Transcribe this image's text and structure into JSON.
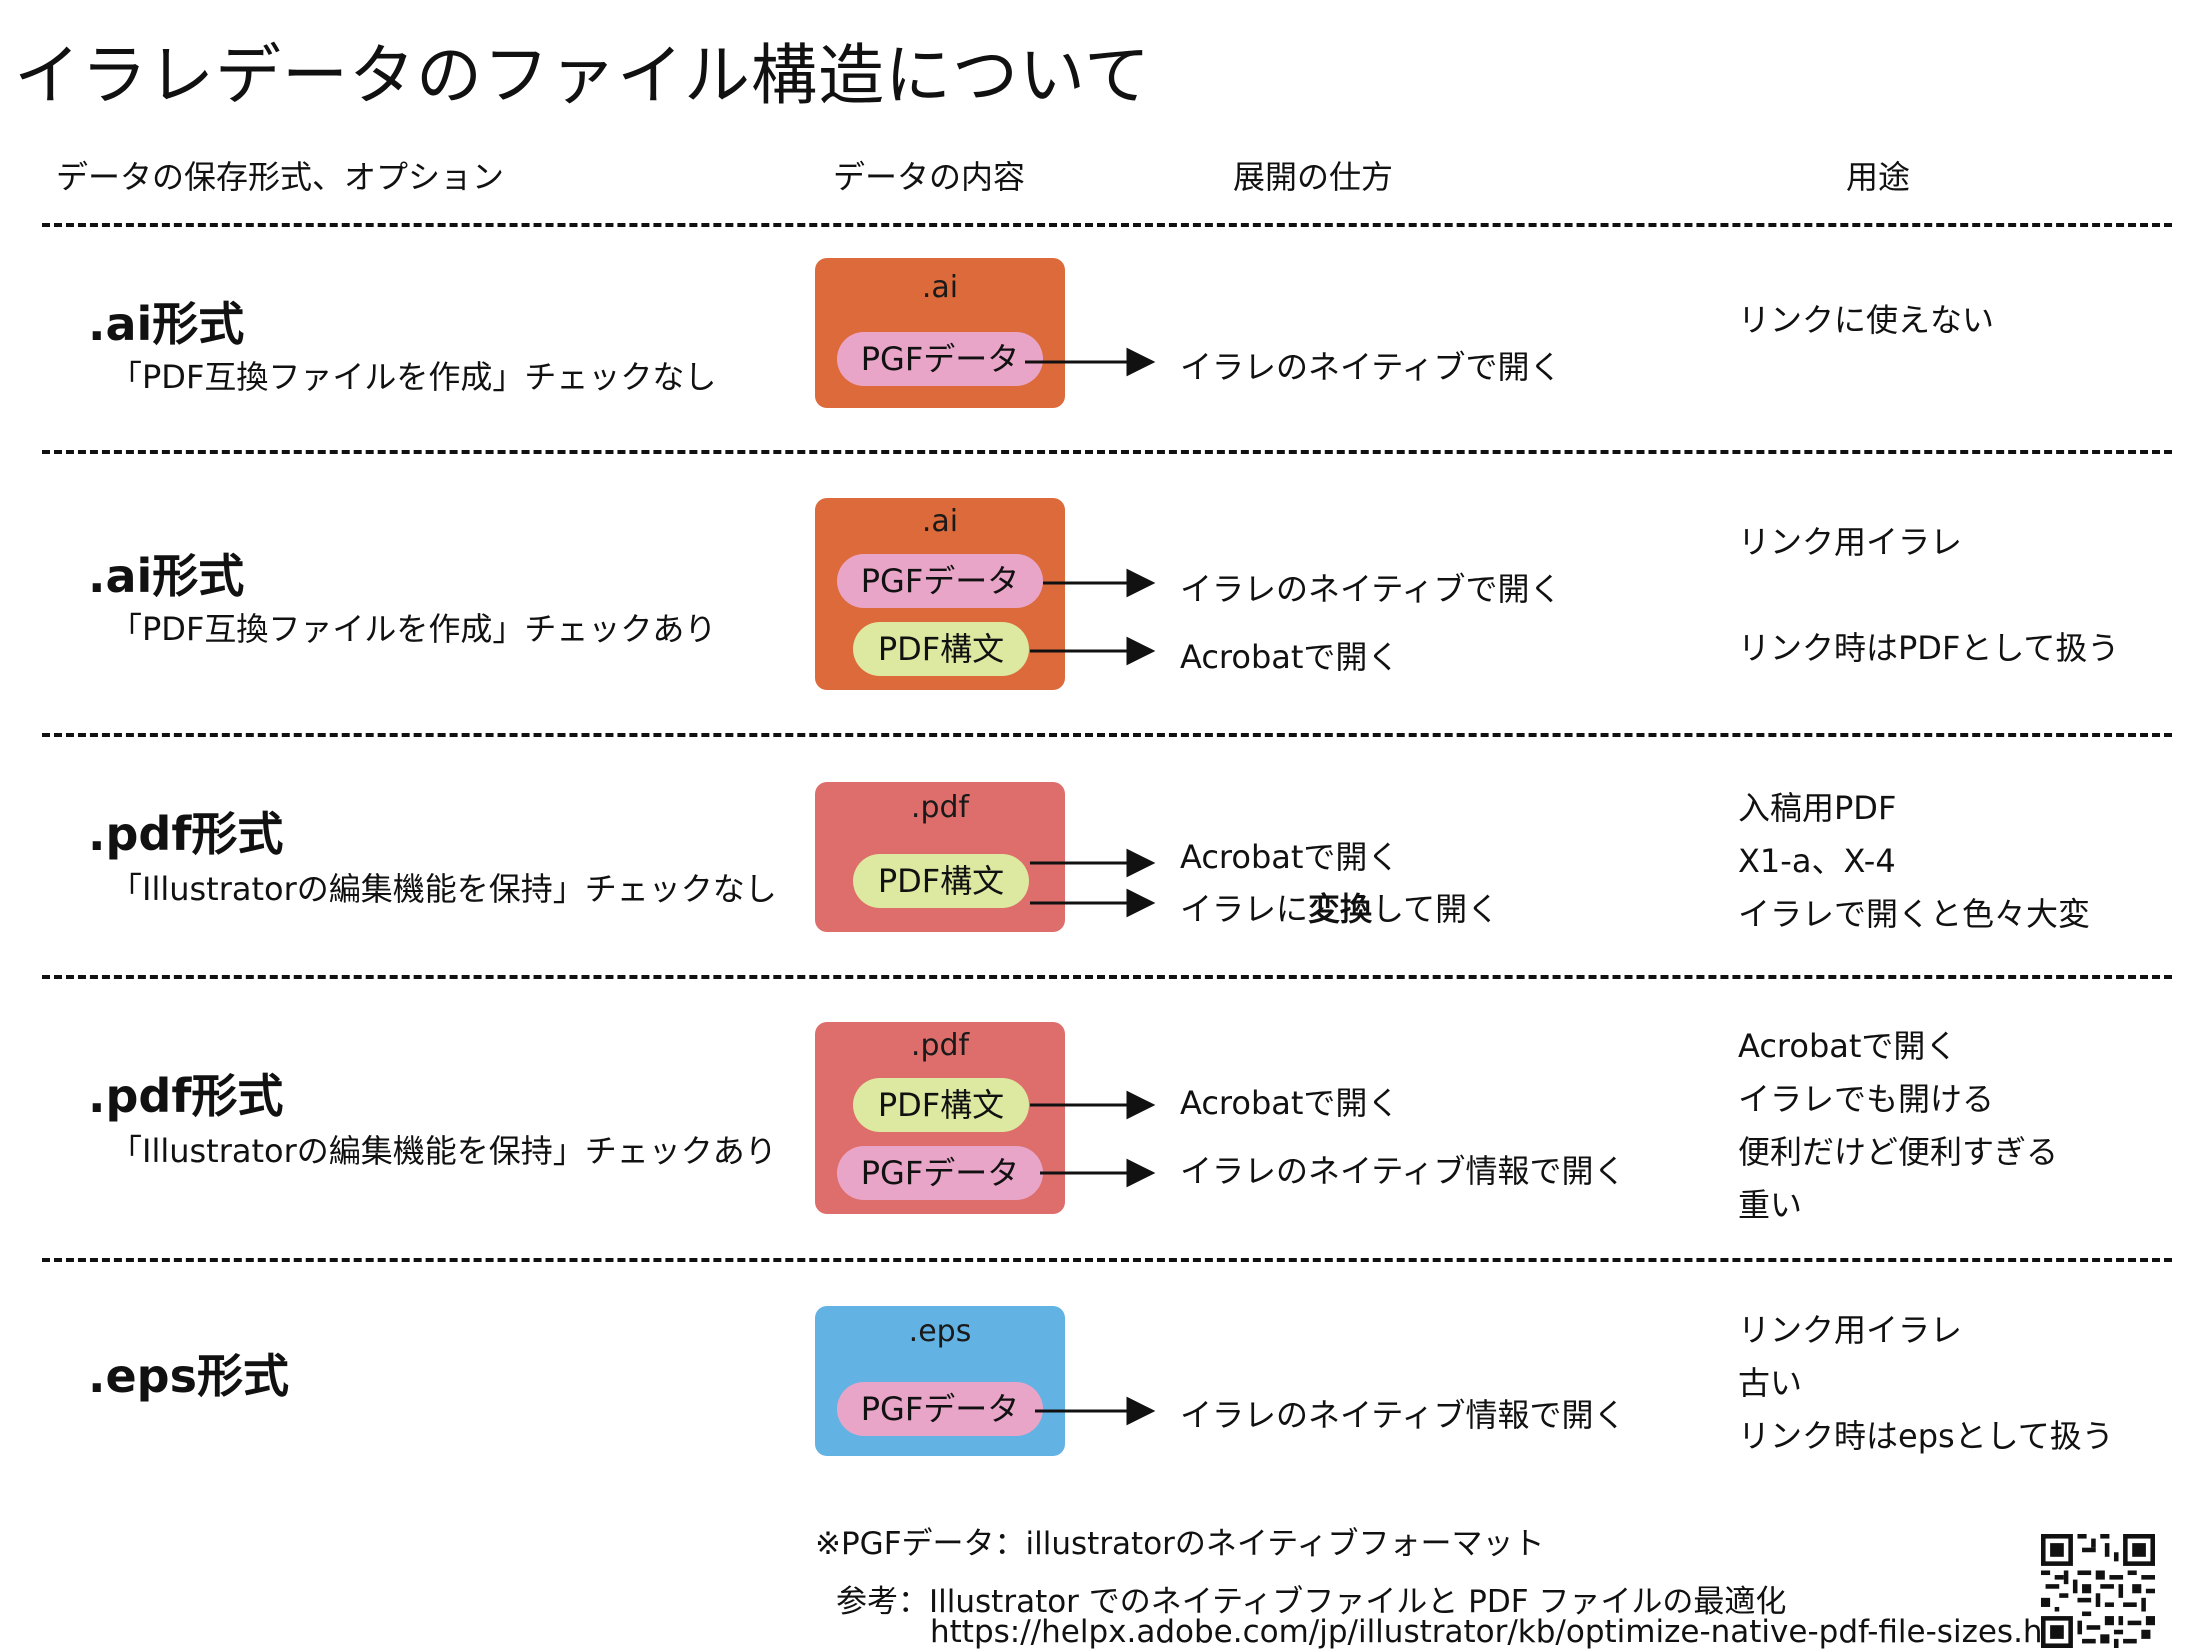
{
  "title": "イラレデータのファイル構造について",
  "headers": {
    "format": "データの保存形式、オプション",
    "content": "データの内容",
    "method": "展開の仕方",
    "use": "用途"
  },
  "rows": [
    {
      "format": ".ai形式",
      "option": "「PDF互換ファイルを作成」チェックなし",
      "ext": ".ai",
      "pill1": "PGFデータ",
      "method1": "イラレのネイティブで開く",
      "use1": "リンクに使えない"
    },
    {
      "format": ".ai形式",
      "option": "「PDF互換ファイルを作成」チェックあり",
      "ext": ".ai",
      "pill1": "PGFデータ",
      "pill2": "PDF構文",
      "method1": "イラレのネイティブで開く",
      "method2": "Acrobatで開く",
      "use1": "リンク用イラレ",
      "use2": "リンク時はPDFとして扱う"
    },
    {
      "format": ".pdf形式",
      "option": "「Illustratorの編集機能を保持」チェックなし",
      "ext": ".pdf",
      "pill1": "PDF構文",
      "method1": "Acrobatで開く",
      "method2a": "イラレに",
      "method2b": "変換",
      "method2c": "して開く",
      "uses": [
        "入稿用PDF",
        "X1-a、X-4",
        "イラレで開くと色々大変"
      ]
    },
    {
      "format": ".pdf形式",
      "option": "「Illustratorの編集機能を保持」チェックあり",
      "ext": ".pdf",
      "pill1": "PDF構文",
      "pill2": "PGFデータ",
      "method1": "Acrobatで開く",
      "method2": "イラレのネイティブ情報で開く",
      "uses": [
        "Acrobatで開く",
        "イラレでも開ける",
        "便利だけど便利すぎる",
        "重い"
      ]
    },
    {
      "format": ".eps形式",
      "ext": ".eps",
      "pill1": "PGFデータ",
      "method1": "イラレのネイティブ情報で開く",
      "uses": [
        "リンク用イラレ",
        "古い",
        "リンク時はepsとして扱う"
      ]
    }
  ],
  "footnote": "※PGFデータ：illustratorのネイティブフォーマット",
  "reference": "参考：Illustrator でのネイティブファイルと PDF ファイルの最適化",
  "reference_url": "https://helpx.adobe.com/jp/illustrator/kb/optimize-native-pdf-file-sizes.html",
  "colors": {
    "ai_container": "#dc6a3b",
    "pdf_container": "#dd6e6b",
    "eps_container": "#62b2e3",
    "pgf_pill": "#e9a5c8",
    "pdf_pill": "#dde9a0"
  },
  "icons": {
    "qr": "qr-code-icon"
  }
}
